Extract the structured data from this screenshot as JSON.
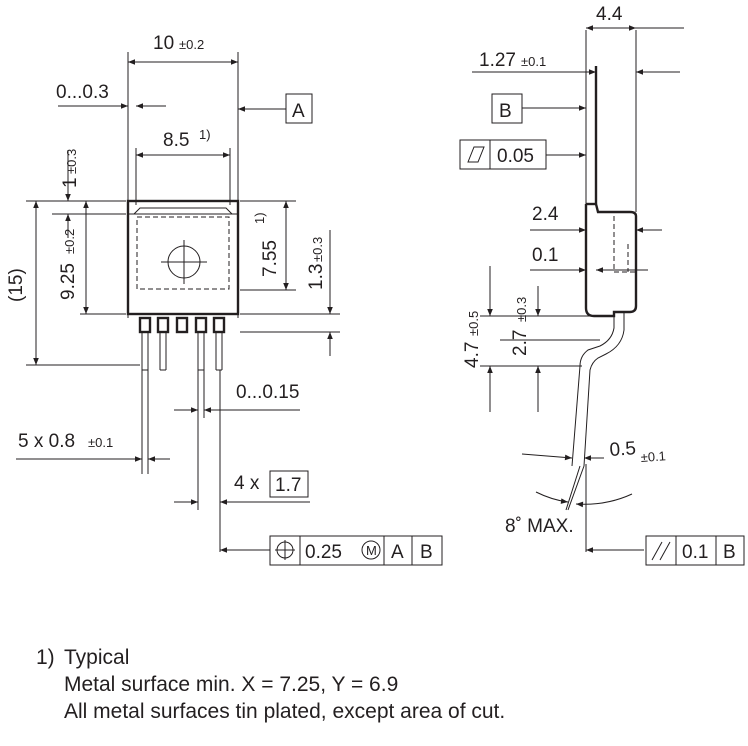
{
  "front_view": {
    "width": {
      "value": "10",
      "tol": "±0.2"
    },
    "offset_top": "0...0.3",
    "tab_width": {
      "value": "8.5",
      "ref": "1)"
    },
    "datum_a": "A",
    "top_gap": {
      "value": "1",
      "tol": "±0.3"
    },
    "overall_height": "(15)",
    "body_height": {
      "value": "9.25",
      "tol": "±0.2"
    },
    "tab_height": {
      "value": "7.55",
      "ref": "1)"
    },
    "stem_height": {
      "value": "1.3",
      "tol": "±0.3"
    },
    "offset_leads": "0...0.15",
    "lead_width": {
      "value": "5 x 0.8",
      "tol": "±0.1"
    },
    "pitch": {
      "prefix": "4 x",
      "value": "1.7"
    },
    "position_tol": {
      "value": "0.25",
      "modifier": "M",
      "datum1": "A",
      "datum2": "B"
    }
  },
  "side_view": {
    "depth": "4.4",
    "tab_thickness": {
      "value": "1.27",
      "tol": "±0.1"
    },
    "datum_b": "B",
    "flatness": "0.05",
    "body_thickness": "2.4",
    "standoff": "0.1",
    "lead_length": {
      "value": "4.7",
      "tol": "±0.5"
    },
    "bend_length": {
      "value": "2.7",
      "tol": "±0.3"
    },
    "lead_thickness": {
      "value": "0.5",
      "tol": "±0.1"
    },
    "bend_angle": "8˚ MAX.",
    "parallelism": {
      "value": "0.1",
      "datum": "B"
    }
  },
  "notes": {
    "num": "1)",
    "title": "Typical",
    "line2": "Metal surface min. X = 7.25, Y = 6.9",
    "line3": "All metal surfaces tin plated, except area of cut."
  }
}
